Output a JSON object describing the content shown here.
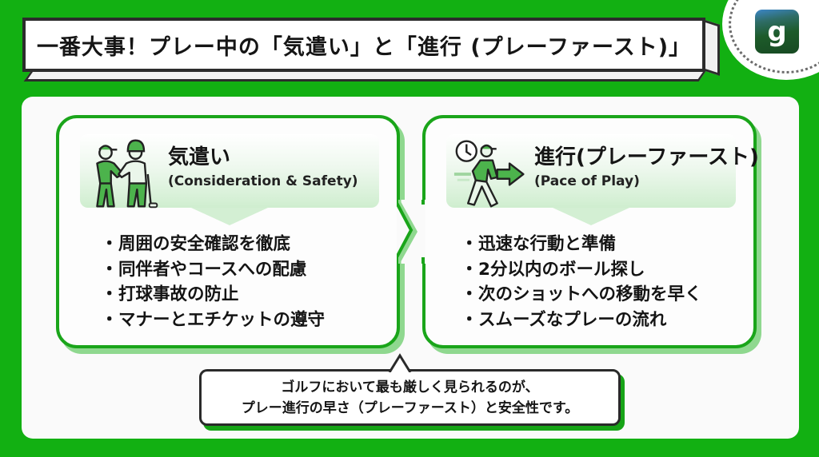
{
  "title": {
    "text": "一番大事！プレー中の「気遣い」と「進行 (プレーファースト)」"
  },
  "logo": {
    "glyph": "g",
    "icon": "brand-logo-icon"
  },
  "cards": [
    {
      "id": "consideration",
      "title_jp": "気遣い",
      "title_en": "(Consideration & Safety)",
      "icon": "handshake-golfers-icon",
      "bullet_glyph": "・",
      "items": [
        "周囲の安全確認を徹底",
        "同伴者やコースへの配慮",
        "打球事故の防止",
        "マナーとエチケットの遵守"
      ]
    },
    {
      "id": "pace-of-play",
      "title_jp": "進行(プレーファースト)",
      "title_en": "(Pace of Play)",
      "icon": "walking-clock-arrow-icon",
      "bullet_glyph": "・",
      "items": [
        "迅速な行動と準備",
        "2分以内のボール探し",
        "次のショットへの移動を早く",
        "スムーズなプレーの流れ"
      ]
    }
  ],
  "callout": {
    "line1": "ゴルフにおいて最も厳しく見られるのが、",
    "line2": "プレー進行の早さ（プレーファースト）と安全性です。"
  },
  "colors": {
    "background_green": "#12b012",
    "card_border": "#1aa51a",
    "card_shadow": "#8fd88f",
    "icon_green": "#4cb34c",
    "text": "#151515"
  }
}
